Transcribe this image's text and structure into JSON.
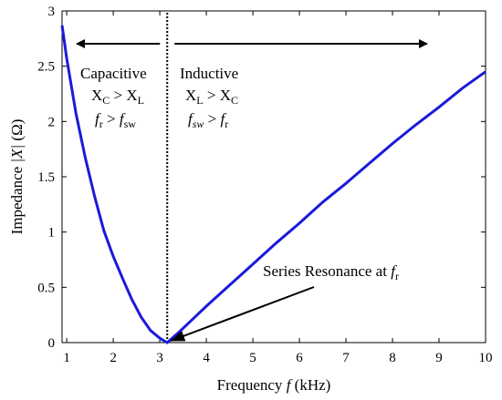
{
  "chart_data": {
    "type": "line",
    "xlabel": "Frequency",
    "xlabel_var": "f",
    "xlabel_unit": "(kHz)",
    "ylabel": "Impedance",
    "ylabel_var": "|X|",
    "ylabel_unit": "(Ω)",
    "xlim": [
      0.9,
      10
    ],
    "ylim": [
      0,
      3
    ],
    "xticks": [
      1,
      2,
      3,
      4,
      5,
      6,
      7,
      8,
      9,
      10
    ],
    "yticks": [
      0,
      0.5,
      1,
      1.5,
      2,
      2.5,
      3
    ],
    "ytick_labels": [
      "0",
      "0.5",
      "1",
      "1.5",
      "2",
      "2.5",
      "3"
    ],
    "grid": false,
    "series_color": "#1a1adb",
    "series": [
      {
        "x": [
          0.9,
          1.0,
          1.2,
          1.4,
          1.6,
          1.8,
          2.0,
          2.2,
          2.4,
          2.6,
          2.8,
          3.0,
          3.16,
          3.4,
          3.6,
          3.8,
          4.0,
          4.5,
          5.0,
          5.5,
          6.0,
          6.5,
          7.0,
          7.5,
          8.0,
          8.5,
          9.0,
          9.5,
          10.0
        ],
        "values": [
          2.87,
          2.57,
          2.07,
          1.67,
          1.32,
          1.01,
          0.78,
          0.58,
          0.39,
          0.23,
          0.11,
          0.04,
          0.0,
          0.09,
          0.17,
          0.25,
          0.33,
          0.52,
          0.71,
          0.9,
          1.08,
          1.27,
          1.44,
          1.62,
          1.8,
          1.97,
          2.13,
          2.3,
          2.45
        ]
      }
    ],
    "resonance_x": 3.16,
    "annotations": {
      "left_title": "Capacitive",
      "left_line1": {
        "a": "X",
        "a_sub": "C",
        "op": " > ",
        "b": "X",
        "b_sub": "L"
      },
      "left_line2": {
        "a": "f",
        "a_sub": "r",
        "op": " > ",
        "b": "f",
        "b_sub": "sw"
      },
      "right_title": "Inductive",
      "right_line1": {
        "a": "X",
        "a_sub": "L",
        "op": " > ",
        "b": "X",
        "b_sub": "C"
      },
      "right_line2": {
        "a": "f",
        "a_sub": "sw",
        "op": " > ",
        "b": "f",
        "b_sub": "r"
      },
      "resonance_text": "Series Resonance at ",
      "resonance_var": "f",
      "resonance_sub": "r"
    }
  }
}
